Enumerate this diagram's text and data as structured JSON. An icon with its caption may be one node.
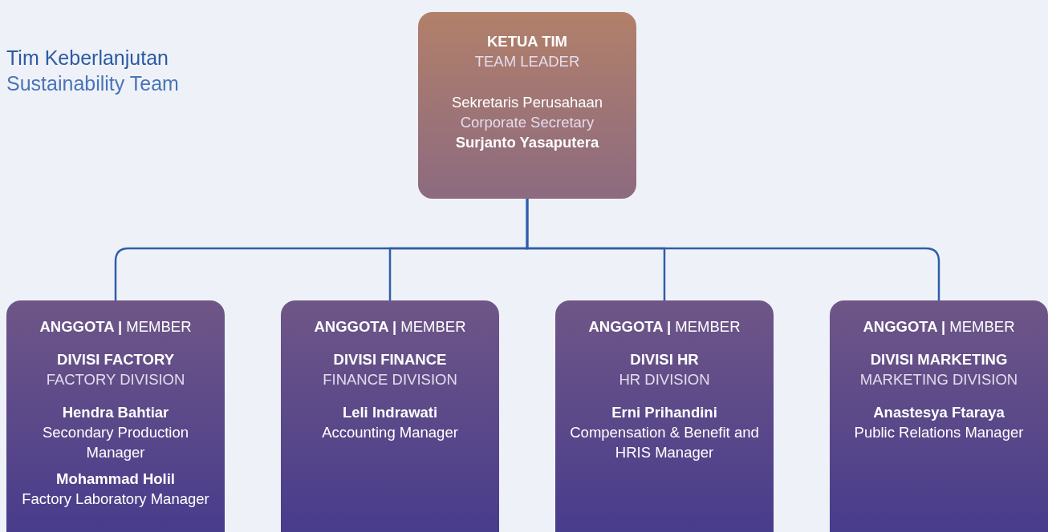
{
  "diagram": {
    "title": "Tim Keberlanjutan",
    "caption": "Sustainability Team",
    "nodes": [
      {
        "text": [
          "KETUA TIM",
          "TEAM LEADER",
          "Sekretaris Perusahaan",
          "Corporate Secretary",
          "Surjanto Yasaputera"
        ]
      },
      {
        "text": [
          "**ANGGOTA |** MEMBER",
          "DIVISI FACTORY",
          "FACTORY DIVISION",
          "Hendra Bahtiar",
          "Secondary Production Manager",
          "Mohammad Holil",
          "Factory Laboratory Manager"
        ]
      },
      {
        "text": [
          "**ANGGOTA |** MEMBER",
          "DIVISI FINANCE",
          "FINANCE DIVISION",
          "Leli Indrawati",
          "Accounting Manager"
        ]
      },
      {
        "text": [
          "**ANGGOTA |** MEMBER",
          "DIVISI HR",
          "HR DIVISION",
          "Erni Prihandini",
          "Compensation & Benefit and HRIS Manager"
        ]
      },
      {
        "text": [
          "**ANGGOTA |** MEMBER",
          "DIVISI MARKETING",
          "MARKETING DIVISION",
          "Anastesya Ftaraya",
          "Public Relations Manager"
        ]
      }
    ],
    "edges": [
      {
        "from": 0,
        "to": 1,
        "arrow": "none"
      },
      {
        "from": 0,
        "to": 2,
        "arrow": "none"
      },
      {
        "from": 0,
        "to": 3,
        "arrow": "none"
      },
      {
        "from": 0,
        "to": 4,
        "arrow": "none"
      }
    ]
  }
}
